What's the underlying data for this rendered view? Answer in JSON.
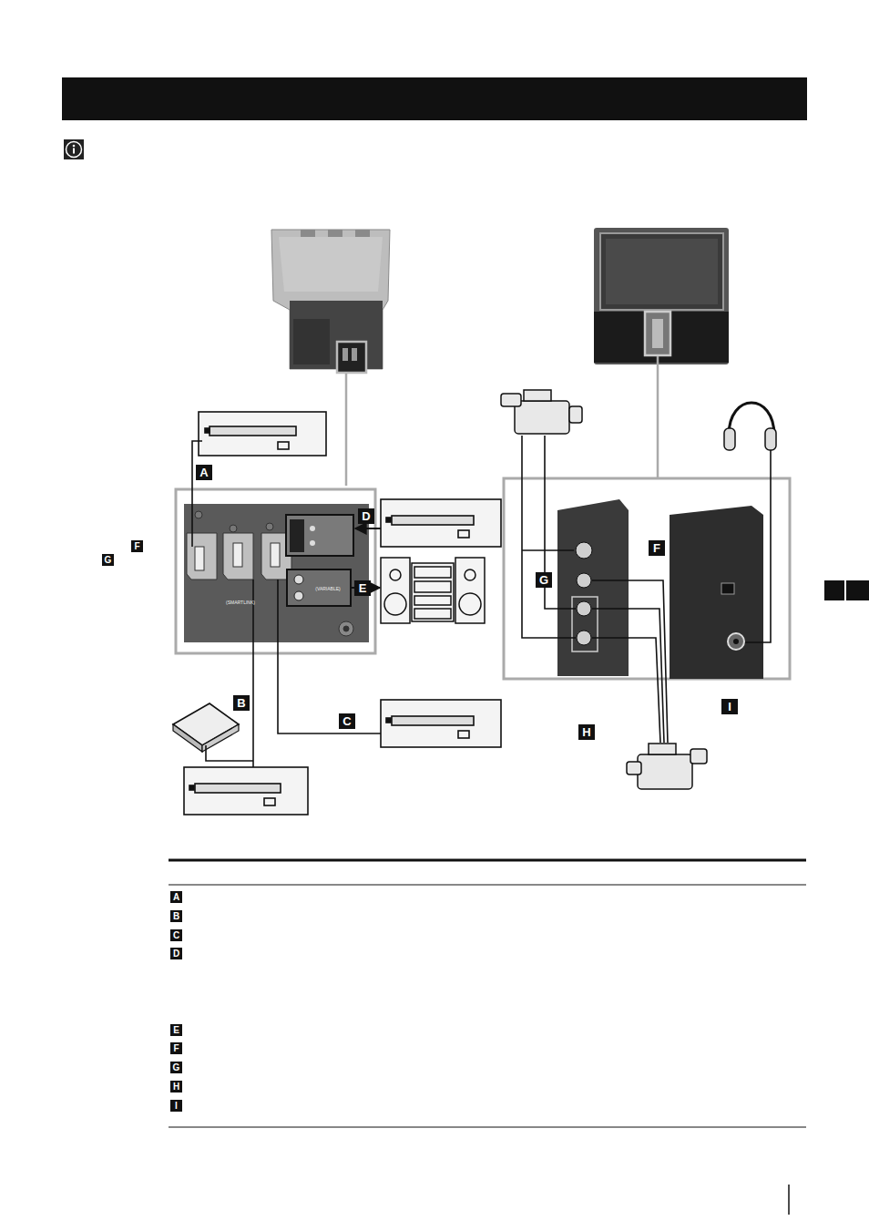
{
  "diagram": {
    "labels": [
      "F",
      "G",
      "A",
      "D",
      "F",
      "G",
      "E",
      "(VARIABLE)",
      "(SMARTLINK)",
      "B",
      "I",
      "C",
      "H",
      "A",
      "B",
      "C",
      "D",
      "E",
      "F",
      "G",
      "H",
      "I"
    ]
  }
}
